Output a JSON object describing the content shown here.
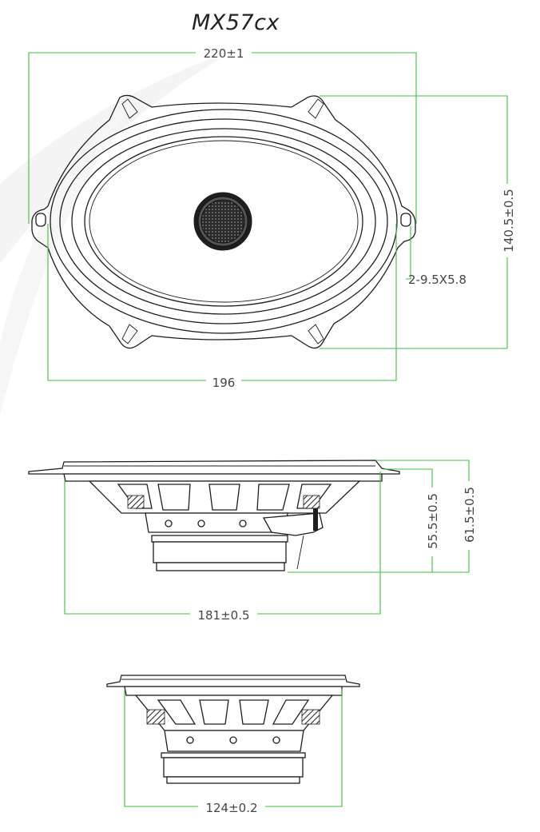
{
  "title": "MX57cx",
  "dimensions": {
    "overall_width": "220±1",
    "mount_depth": "196",
    "overall_height": "140.5±0.5",
    "holes": "2-9.5X5.8",
    "depth_a": "55.5±0.5",
    "depth_b": "61.5±0.5",
    "side_width": "181±0.5",
    "bottom_width": "124±0.2"
  },
  "colors": {
    "dimension_line": "#3ec03e",
    "outline": "#1e1e1e",
    "text": "#444444"
  }
}
